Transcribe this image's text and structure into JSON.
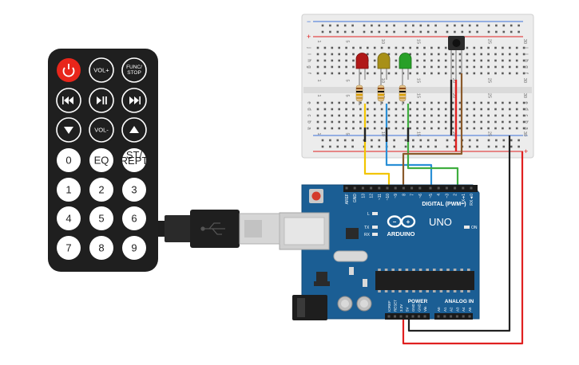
{
  "remote": {
    "buttons": [
      {
        "id": "power",
        "label": "",
        "icon": "power-icon",
        "color": "#e8261b"
      },
      {
        "id": "vol-up",
        "label": "VOL+"
      },
      {
        "id": "func-stop",
        "label": "FUNC/\nSTOP"
      },
      {
        "id": "prev",
        "label": "",
        "icon": "rewind-icon"
      },
      {
        "id": "play-pause",
        "label": "",
        "icon": "play-pause-icon"
      },
      {
        "id": "next",
        "label": "",
        "icon": "fast-forward-icon"
      },
      {
        "id": "down",
        "label": "",
        "icon": "triangle-down-icon"
      },
      {
        "id": "vol-down",
        "label": "VOL-"
      },
      {
        "id": "up",
        "label": "",
        "icon": "triangle-up-icon"
      },
      {
        "id": "0",
        "label": "0"
      },
      {
        "id": "eq",
        "label": "EQ"
      },
      {
        "id": "st-rept",
        "label": "ST/\nREPT"
      },
      {
        "id": "1",
        "label": "1"
      },
      {
        "id": "2",
        "label": "2"
      },
      {
        "id": "3",
        "label": "3"
      },
      {
        "id": "4",
        "label": "4"
      },
      {
        "id": "5",
        "label": "5"
      },
      {
        "id": "6",
        "label": "6"
      },
      {
        "id": "7",
        "label": "7"
      },
      {
        "id": "8",
        "label": "8"
      },
      {
        "id": "9",
        "label": "9"
      }
    ]
  },
  "arduino": {
    "brand": "ARDUINO",
    "model": "UNO",
    "digital_label": "DIGITAL (PWM~)",
    "power_label": "POWER",
    "analog_label": "ANALOG IN",
    "on_label": "ON",
    "l_label": "L",
    "tx_label": "TX",
    "rx_label": "RX",
    "digital_pins": [
      "AREF",
      "GND",
      "13",
      "12",
      "~11",
      "~10",
      "~9",
      "8",
      "7",
      "~6",
      "~5",
      "4",
      "~3",
      "2",
      "TX➜1",
      "RX◄0"
    ],
    "power_pins": [
      "IOREF",
      "RESET",
      "3.3V",
      "5V",
      "GND",
      "GND",
      "Vin"
    ],
    "analog_pins": [
      "A0",
      "A1",
      "A2",
      "A3",
      "A4",
      "A5"
    ]
  },
  "breadboard": {
    "row_letters_top": [
      "j",
      "i",
      "h",
      "g",
      "f"
    ],
    "row_letters_bottom": [
      "e",
      "d",
      "c",
      "b",
      "a"
    ],
    "column_numbers": [
      "1",
      "5",
      "10",
      "15",
      "20",
      "25",
      "30"
    ]
  },
  "colors": {
    "remote_body": "#1f1f1f",
    "board": "#1b5e94",
    "breadboard": "#ededed",
    "wire_red": "#e02020",
    "wire_black": "#222222",
    "wire_yellow": "#f2c500",
    "wire_blue": "#2a8fd6",
    "wire_green": "#3fae3f",
    "wire_brown": "#8a5a2b",
    "led_red": "#b01818",
    "led_yellow": "#a89018",
    "led_green": "#28a028"
  }
}
